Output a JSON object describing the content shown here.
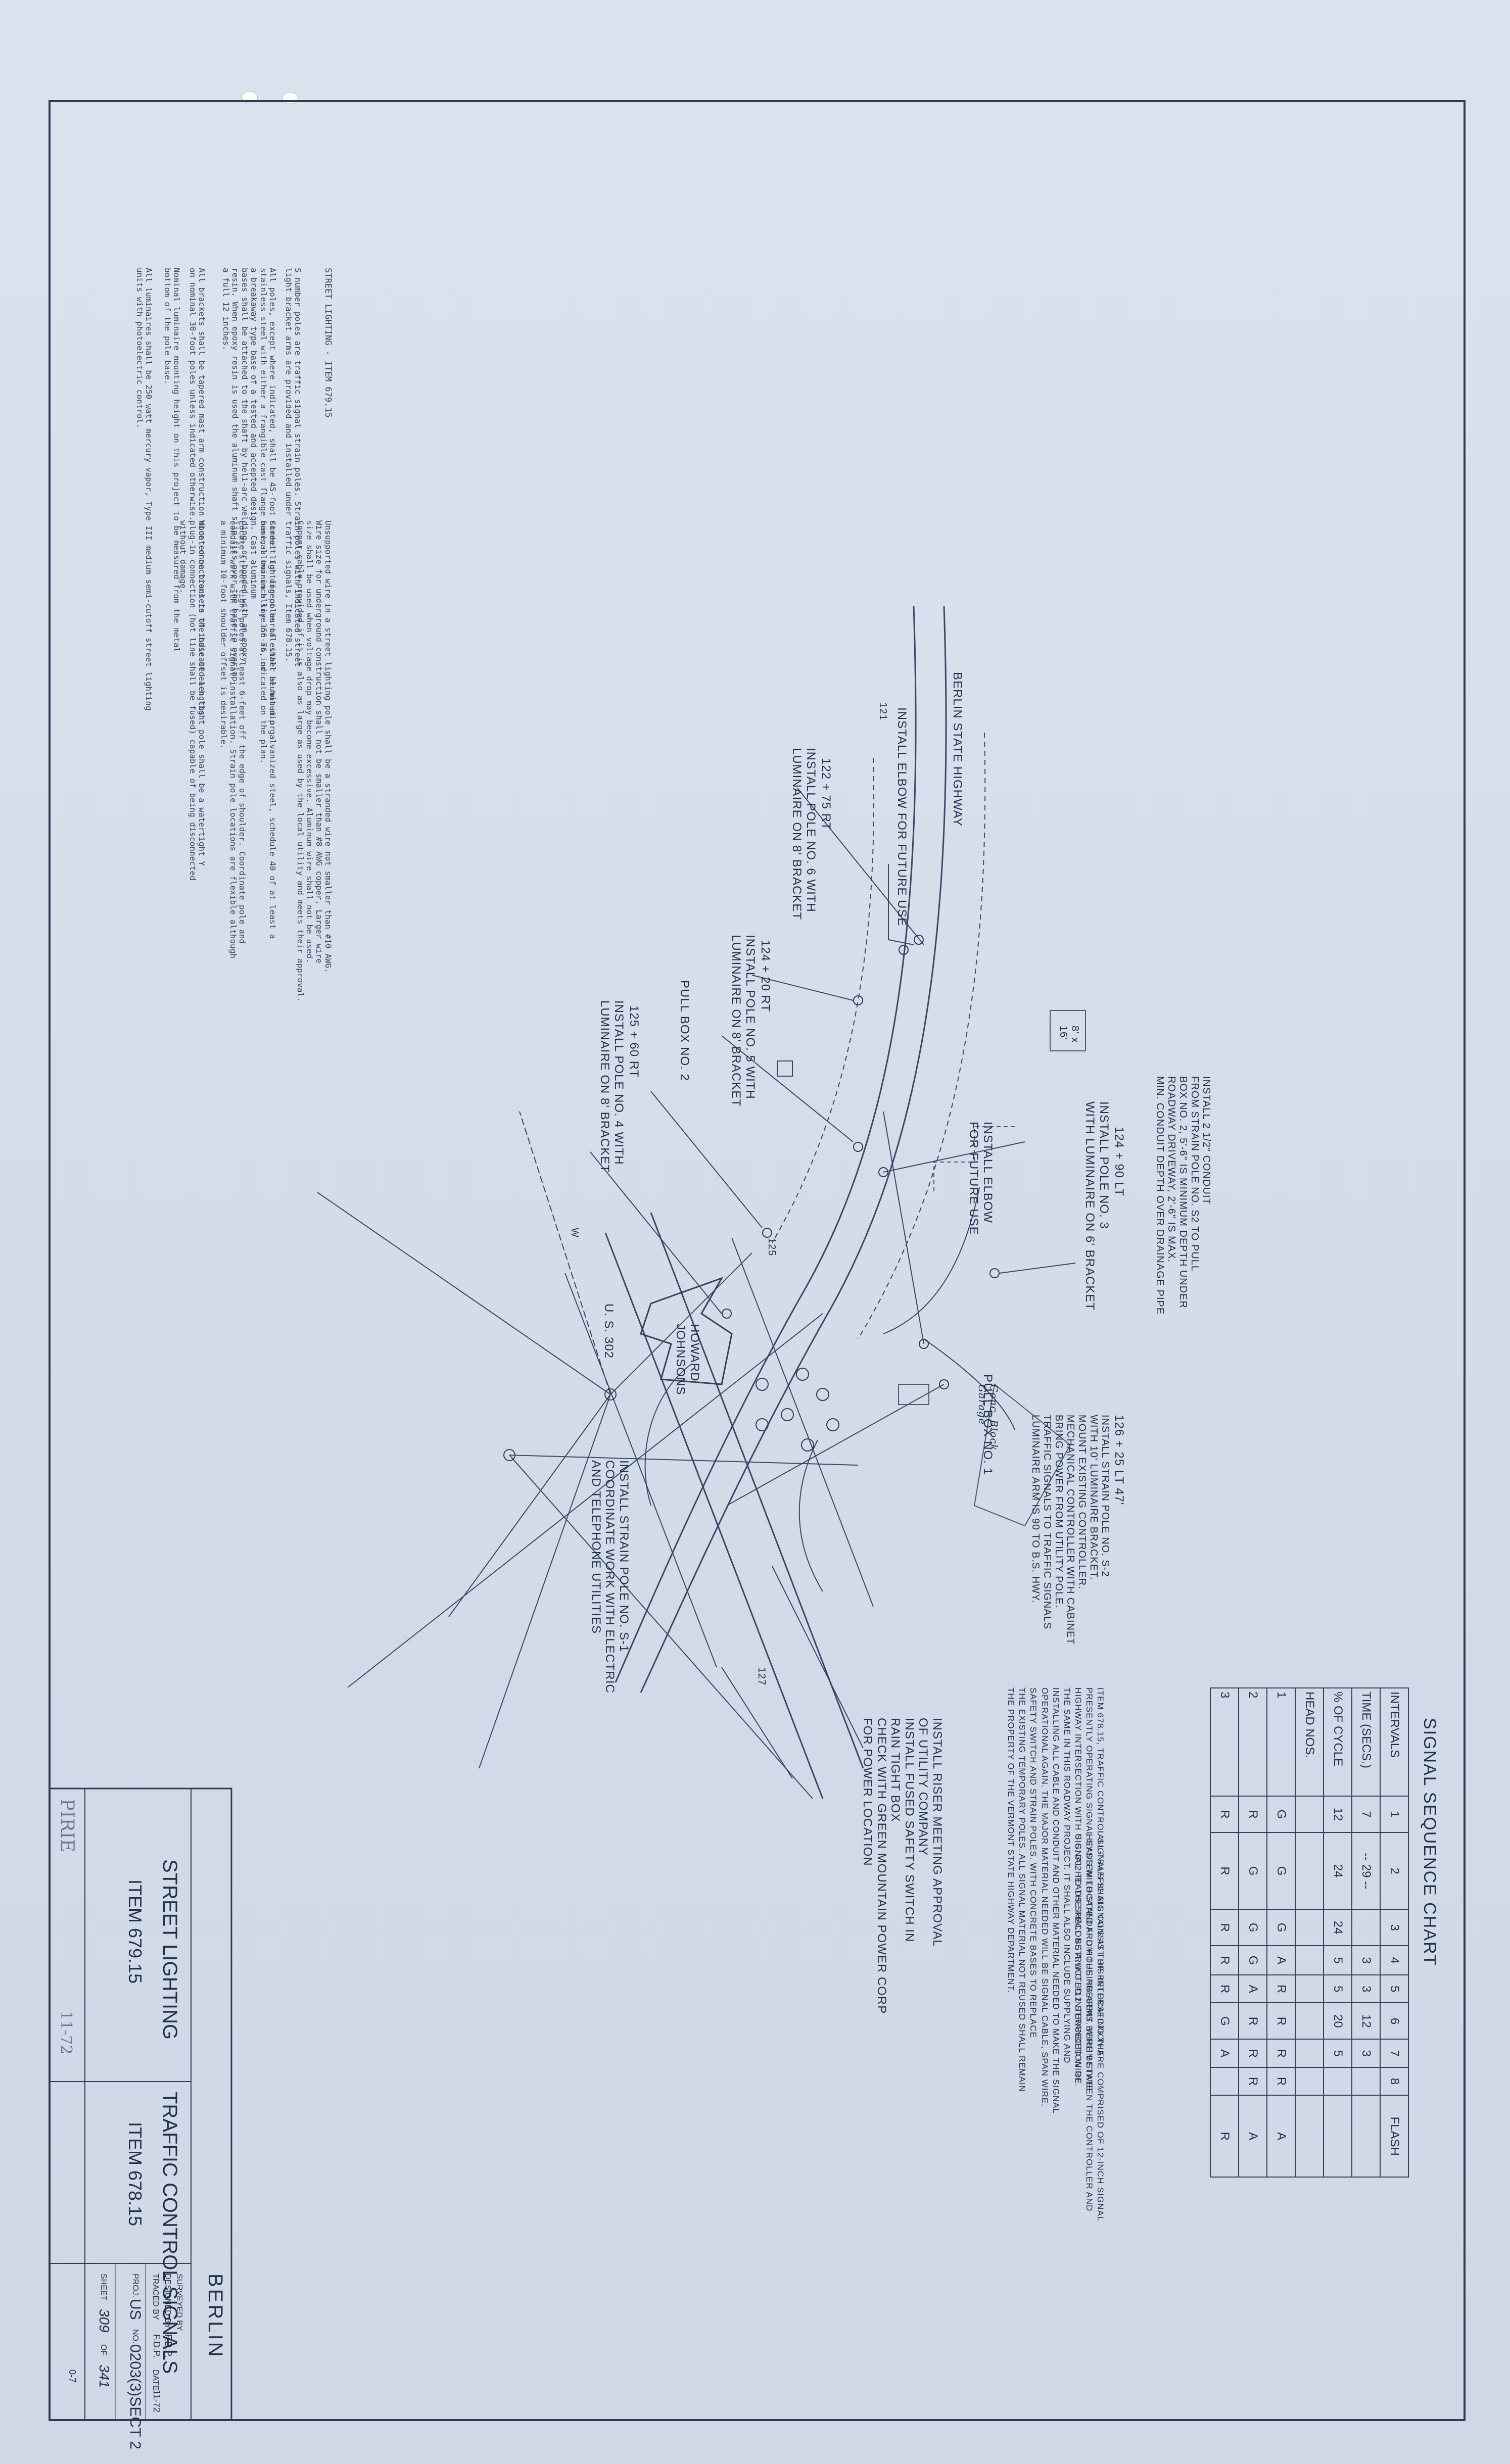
{
  "notes": {
    "heading": "STREET LIGHTING - ITEM 679.15",
    "paragraphs": [
      "S number poles are traffic signal strain poles. Strain poles with indicated street\nlight bracket arms are provided and installed under traffic signals, Item 678.15.",
      "All poles, except where indicated, shall be 45-foot street lighting poles of either aluminum or\nstainless steel with either a frangible cast flange base, aluminum alloy 356-T6, or\na breakaway type base of a tested and accepted design. Cast aluminum\nbases shall be attached to the shaft by heli-arc welding, or bonded with an epoxy\nresin. When epoxy resin is used the aluminum shaft slip fits over the base to overlap\na full 12 inches.",
      "All brackets shall be tapered mast arm construction mounted on brackets of indicated lengths\non nominal 30-foot poles unless indicated otherwise.",
      "Nominal luminaire mounting height on this project to be measured from the metal\nbottom of the pole base.",
      "All luminaires shall be 250 watt mercury vapor, Type III medium semi-cutoff street lighting\nunits with photoelectric control.",
      "Unsupported wire in a street lighting pole shall be a stranded wire not smaller than #10 AWG.\nWire size for underground construction shall not be smaller than #8 AWG copper. Larger wire\nsize shall be used when voltage drop may become excessive. Aluminum wire shall not be used.\nCopper cable provided if it is also as large as used by the local utility and meets their approval.",
      "Conduit for direct burial shall be hot-dip galvanized steel, schedule 40 of at least a\nnominal two-inch size or as indicated on the plan.",
      "Locate street light poles at least 6-feet off the edge of shoulder. Coordinate pole and\nconduit work with traffic signal installation. Strain pole locations are flexible although\na minimum 10-foot shoulder offset is desirable.",
      "Wire connections in the base of each light pole shall be a watertight Y\nplug-in connection (hot line shall be fused) capable of being disconnected\nwithout damage."
    ]
  },
  "labels": {
    "berlin_state_highway": "BERLIN STATE HIGHWAY",
    "elbow_future_121": "121",
    "install_elbow_future_1": "INSTALL ELBOW FOR FUTURE USE",
    "pole6_station": "122 + 75 RT",
    "pole6_desc": "INSTALL POLE NO. 6 WITH\nLUMINAIRE ON 8' BRACKET",
    "pole5_station": "124 + 20 RT",
    "pole5_desc": "INSTALL POLE NO. 5 WITH\nLUMINAIRE ON 8' BRACKET",
    "pull_box_2": "PULL BOX NO. 2",
    "pole4_station": "125 + 60 RT",
    "pole4_desc": "INSTALL POLE NO. 4 WITH\nLUMINAIRE ON 8' BRACKET",
    "conduit_note": "INSTALL 2 1/2\" CONDUIT\nFROM STRAIN POLE NO. S2 TO PULL\nBOX NO. 2, 5'-6\" IS MINIMUM DEPTH UNDER\nROADWAY DRIVEWAY, 2'-6\" IS MAX.\nMIN. CONDUIT DEPTH OVER DRAINAGE PIPE",
    "pole3_station": "124 + 90 LT",
    "pole3_desc": "INSTALL POLE NO. 3\nWITH LUMINAIRE ON 6' BRACKET",
    "install_elbow_future_2": "INSTALL ELBOW\nFOR FUTURE USE",
    "road_sign_w": "W",
    "station_125": "125",
    "us_302": "U. S. 302",
    "howard_johnsons": "HOWARD\nJOHNSONS",
    "pull_box_1": "PULL BOX NO. 1",
    "strain_s2_station": "126 + 25 LT 47'",
    "strain_s2_desc": "INSTALL STRAIN POLE NO. S-2\nWITH 10' LUMINAIRE BRACKET.\nMOUNT EXISTING CONTROLLER.\nMECHANICAL CONTROLLER WITH CABINET\nBRING POWER FROM UTILITY POLE.\nTRAFFIC SIGNALS TO TRAFFIC SIGNALS\nLUMINAIRE ARM IS 90 TO B.S. HWY.",
    "handwritten_1": "Conc. Block\nGarage",
    "strain_s1_desc": "INSTALL STRAIN POLE NO. S-1\nCOORDINATE WORK WITH ELECTRIC\nAND TELEPHONE UTILITIES",
    "station_127": "127",
    "riser_note": "INSTALL RISER MEETING APPROVAL\nOF UTILITY COMPANY\nINSTALL FUSED SAFETY SWITCH IN\nRAIN TIGHT BOX\nCHECK WITH GREEN MOUNTAIN POWER CORP\nFOR POWER LOCATION",
    "box_sign": "8' x\n16'"
  },
  "signal_chart": {
    "title": "SIGNAL SEQUENCE CHART",
    "rows": [
      [
        "INTERVALS",
        "1",
        "2",
        "3",
        "4",
        "5",
        "6",
        "7",
        "8",
        "FLASH"
      ],
      [
        "TIME (SECS.)",
        "7",
        "-- 29 --",
        "",
        "3",
        "3",
        "12",
        "3",
        "",
        ""
      ],
      [
        "% OF CYCLE",
        "12",
        "24",
        "24",
        "5",
        "5",
        "20",
        "5",
        "",
        ""
      ],
      [
        "HEAD NOS.",
        "",
        "",
        "",
        "",
        "",
        "",
        "",
        "",
        ""
      ],
      [
        "1",
        "G",
        "G",
        "G",
        "A",
        "R",
        "R",
        "R",
        "R",
        "A"
      ],
      [
        "2",
        "R",
        "G",
        "G",
        "G",
        "A",
        "R",
        "R",
        "R",
        "A"
      ],
      [
        "3",
        "R",
        "R",
        "R",
        "R",
        "R",
        "G",
        "A",
        "",
        "R"
      ]
    ],
    "note": "ITEM 678.15, TRAFFIC CONTROL SIGNALS SHALL CONSIST OF RELOCATING THE\nPRESENTLY OPERATING SIGNAL SYSTEM LOCATED FROM THE PRESENT BERLIN STATE\nHIGHWAY INTERSECTION WITH U.S. 302 TO THE RECONSTRUCTED INTERSECTION OF\nTHE SAME IN THIS ROADWAY PROJECT. IT SHALL ALSO INCLUDE SUPPLYING AND\nINSTALLING ALL CABLE AND CONDUIT AND OTHER MATERIAL NEEDED TO MAKE THE SIGNAL\nOPERATIONAL AGAIN. THE MAJOR MATERIAL NEEDED WILL BE SIGNAL CABLE, SPAN WIRE,\nSAFETY SWITCH AND STRAIN POLES. WITH CONCRETE BASES TO REPLACE\nTHE EXISTING TEMPORARY POLES. ALL SIGNAL MATERIAL NOT REUSED SHALL REMAIN\nTHE PROPERTY OF THE VERMONT STATE HIGHWAY DEPARTMENT.",
    "note2": "ALL TRAFFIC SIGNALS AT THIS INTERSECTION ARE COMPRISED OF 12-INCH SIGNAL\nHEADS WITH STANDARD HOUSING ARMS. WIRE BETWEEN THE CONTROLLER AND\nSIGNAL HEADS SHALL BE A.W.G. #12 STRANDED WIRE."
  },
  "title_block": {
    "town": "BERLIN",
    "title_left": "STREET LIGHTING",
    "item_left": "ITEM 679.15",
    "title_right": "TRAFFIC CONTROL SIGNALS",
    "item_right": "ITEM 678.15",
    "surveyed_by": "SURVEYED BY",
    "designed_by": "DESIGNED BY",
    "designed_by_val": "F.D.P.",
    "traced_by": "TRACED BY",
    "traced_by_val": "F.D.P.",
    "date_label": "DATE",
    "date_val": "11-72",
    "proj_label": "PROJ.",
    "proj_val": "US",
    "no_label": "NO.",
    "no_val": "0203(3)SECT 2",
    "sheet_label": "SHEET",
    "sheet_val": "309",
    "of_label": "OF",
    "of_val": "341",
    "sig_name": "PIRIE",
    "sig_date": "11-72",
    "stamp": "0-7"
  }
}
